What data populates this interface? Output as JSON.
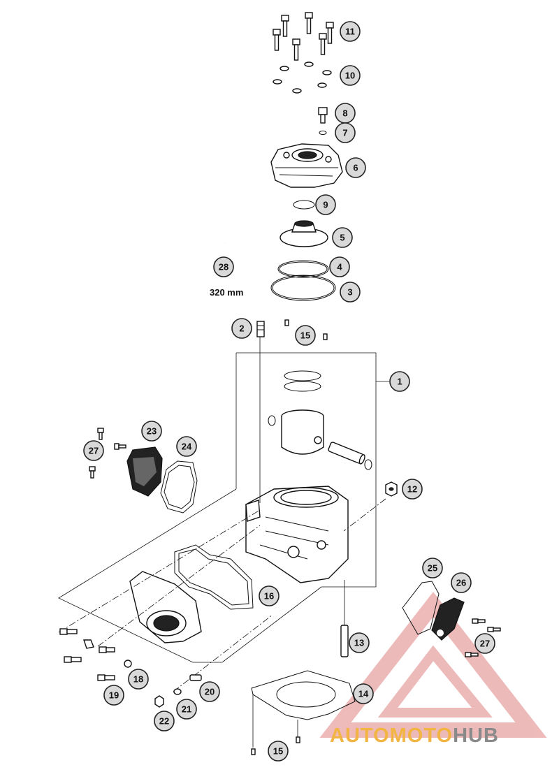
{
  "hose_length_label": "320 mm",
  "callouts": [
    {
      "id": "c11",
      "label": "11"
    },
    {
      "id": "c10",
      "label": "10"
    },
    {
      "id": "c8",
      "label": "8"
    },
    {
      "id": "c7",
      "label": "7"
    },
    {
      "id": "c6",
      "label": "6"
    },
    {
      "id": "c9",
      "label": "9"
    },
    {
      "id": "c5",
      "label": "5"
    },
    {
      "id": "c28",
      "label": "28"
    },
    {
      "id": "c4",
      "label": "4"
    },
    {
      "id": "c3",
      "label": "3"
    },
    {
      "id": "c2",
      "label": "2"
    },
    {
      "id": "c15a",
      "label": "15"
    },
    {
      "id": "c1",
      "label": "1"
    },
    {
      "id": "c23",
      "label": "23"
    },
    {
      "id": "c27a",
      "label": "27"
    },
    {
      "id": "c24",
      "label": "24"
    },
    {
      "id": "c12",
      "label": "12"
    },
    {
      "id": "c25",
      "label": "25"
    },
    {
      "id": "c26",
      "label": "26"
    },
    {
      "id": "c16",
      "label": "16"
    },
    {
      "id": "c27b",
      "label": "27"
    },
    {
      "id": "c13",
      "label": "13"
    },
    {
      "id": "c18",
      "label": "18"
    },
    {
      "id": "c14",
      "label": "14"
    },
    {
      "id": "c19",
      "label": "19"
    },
    {
      "id": "c20",
      "label": "20"
    },
    {
      "id": "c21",
      "label": "21"
    },
    {
      "id": "c22",
      "label": "22"
    },
    {
      "id": "c15b",
      "label": "15"
    }
  ],
  "watermark": {
    "part1": "AUTOMOTO",
    "part2": "HUB",
    "color1": "#f2b544",
    "color2": "#8a8a8a",
    "triangle_color": "#e8a3a3"
  }
}
